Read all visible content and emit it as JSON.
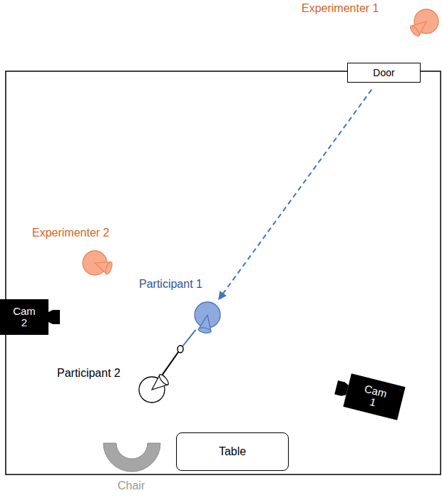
{
  "diagram": {
    "nodes": [
      {
        "text": [
          "Experimenter 1"
        ]
      },
      {
        "text": [
          "Door"
        ]
      },
      {
        "text": [
          "Experimenter 2"
        ]
      },
      {
        "text": [
          "Participant 1"
        ]
      },
      {
        "text": [
          "Cam 2"
        ]
      },
      {
        "text": [
          "Participant 2"
        ]
      },
      {
        "text": [
          "Cam 1"
        ]
      },
      {
        "text": [
          "Table"
        ]
      },
      {
        "text": [
          "Chair"
        ]
      }
    ],
    "edges": [
      {
        "from": 1,
        "to": 3,
        "arrow": "to"
      },
      {
        "from": 3,
        "to": 5,
        "arrow": "none"
      }
    ]
  }
}
